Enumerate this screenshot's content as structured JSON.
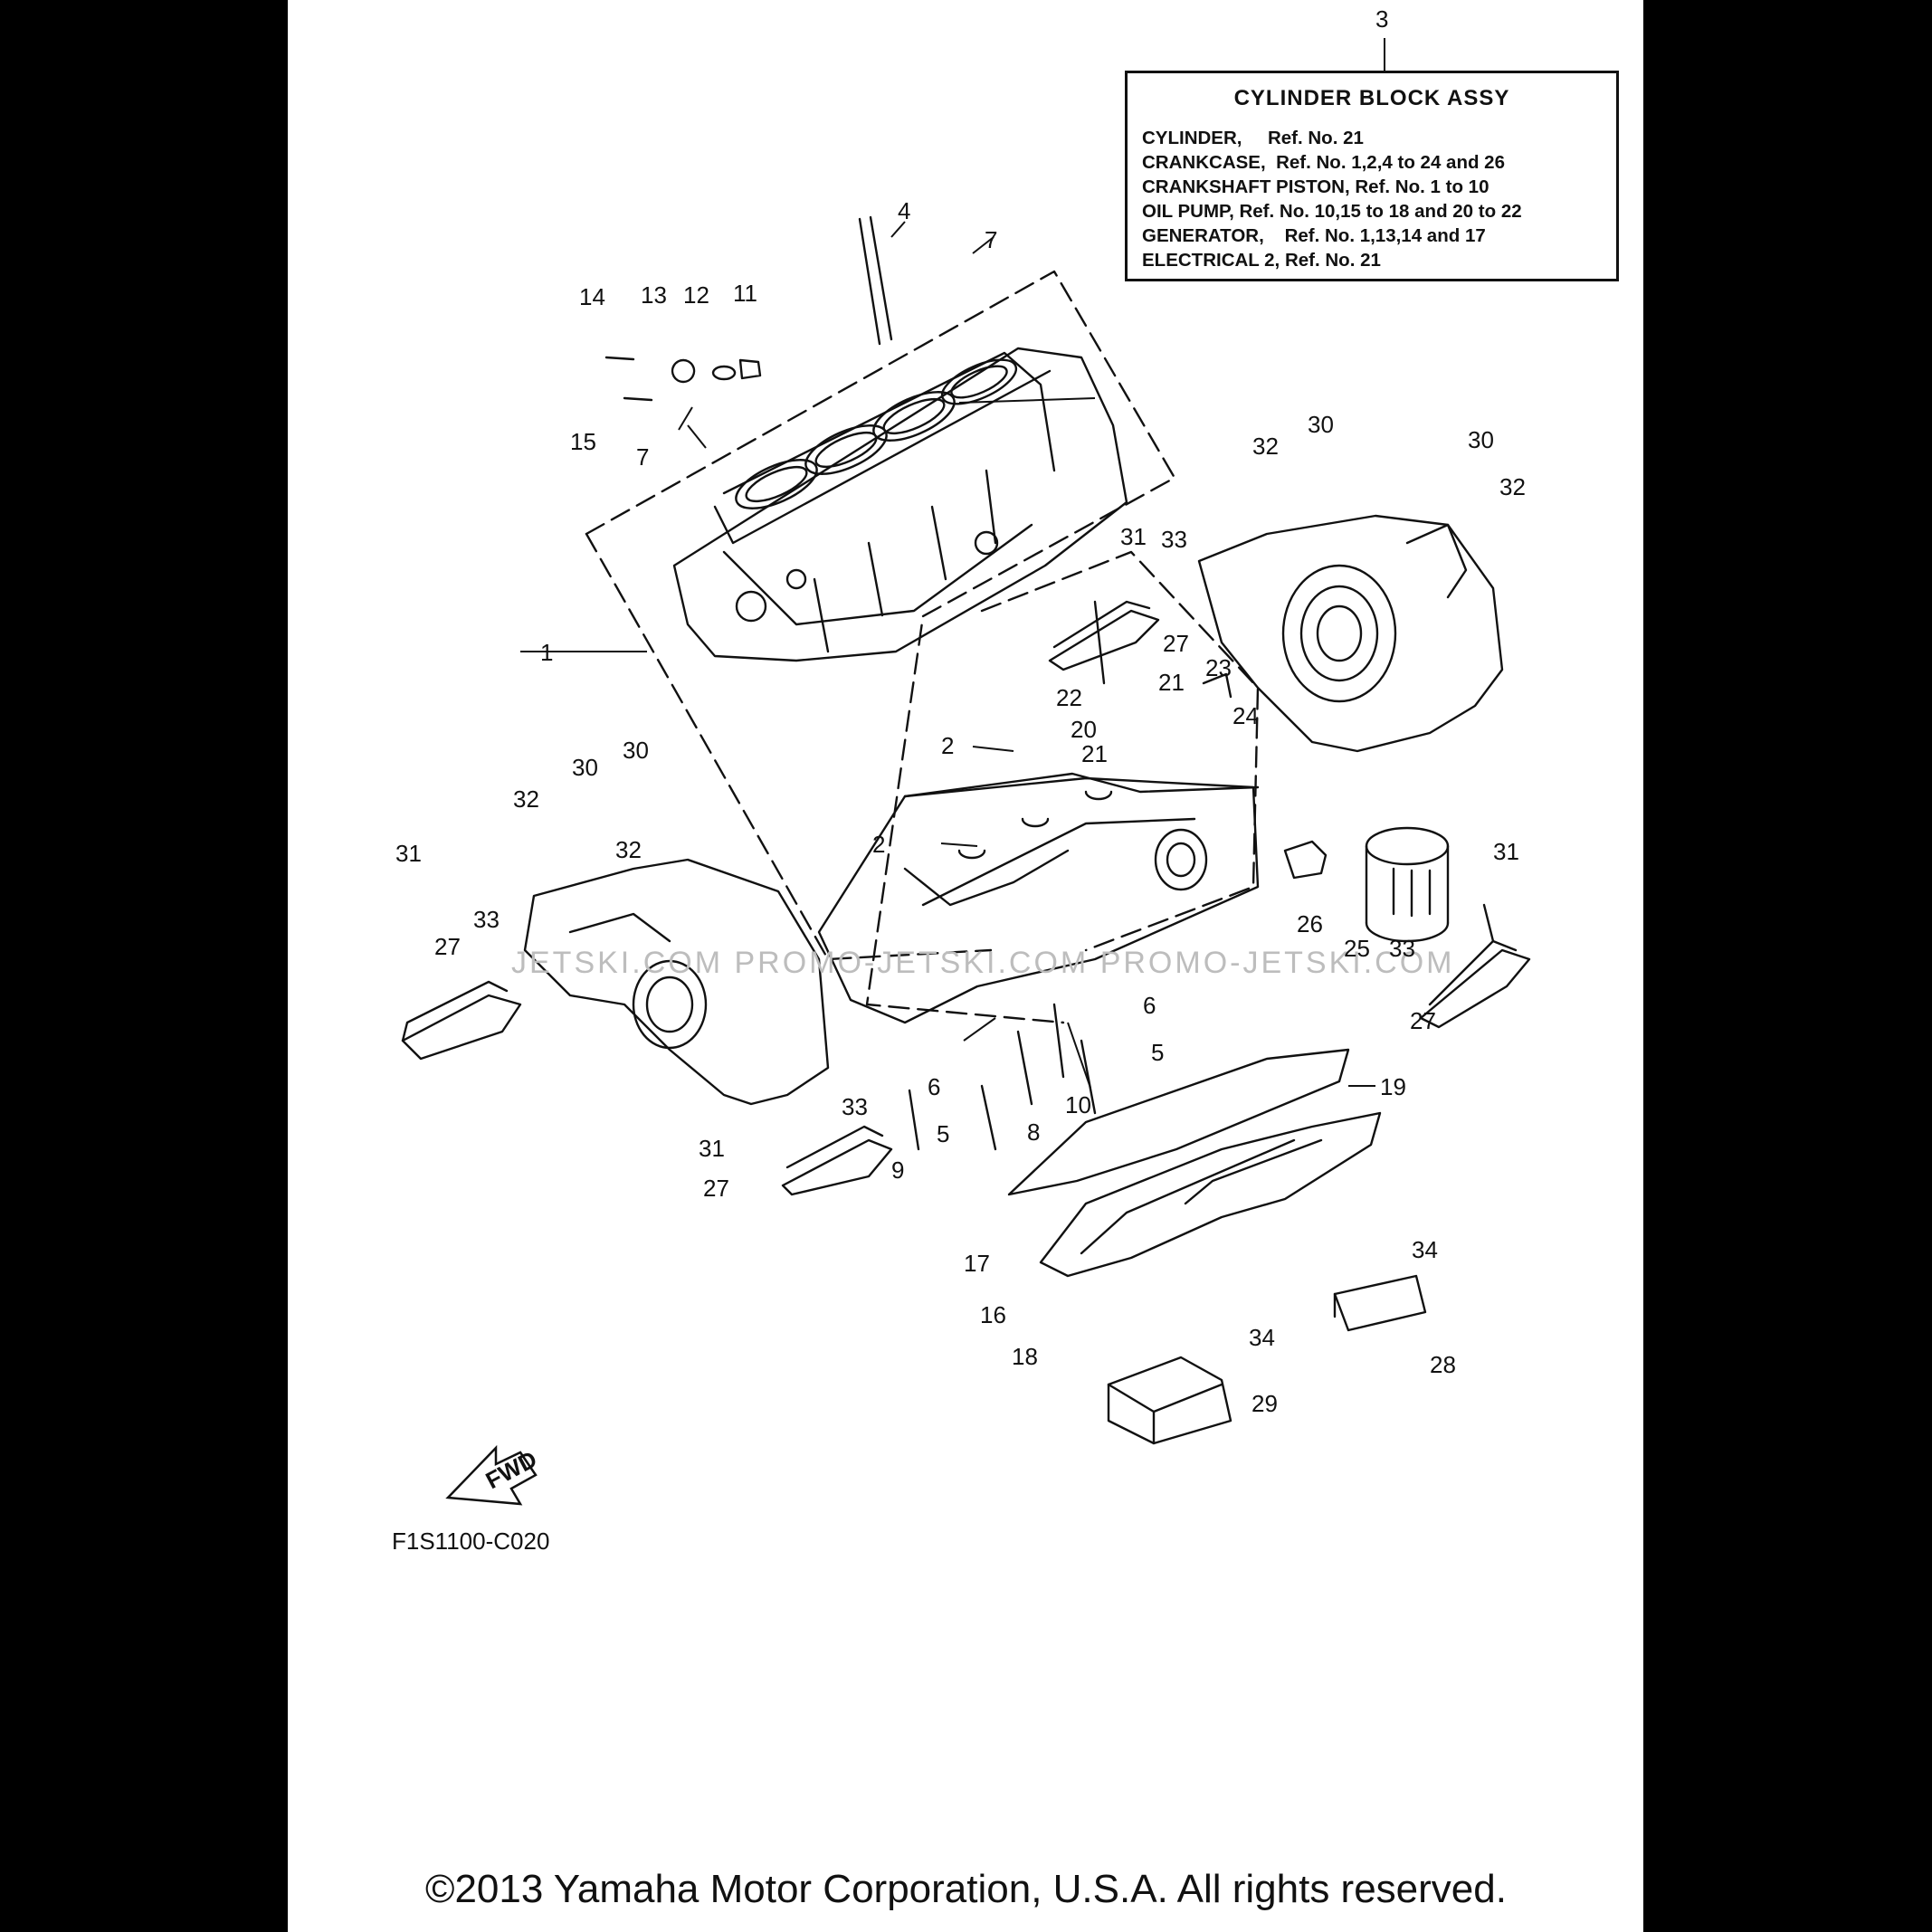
{
  "assy_box": {
    "ref_no": "3",
    "title": "CYLINDER BLOCK ASSY",
    "lines": [
      "CYLINDER,     Ref. No. 21",
      "CRANKCASE,  Ref. No. 1,2,4 to 24 and 26",
      "CRANKSHAFT PISTON, Ref. No. 1 to 10",
      "OIL PUMP, Ref. No. 10,15 to 18 and 20 to 22",
      "GENERATOR,    Ref. No. 1,13,14 and 17",
      "ELECTRICAL 2, Ref. No. 21"
    ]
  },
  "ref_labels": [
    "1",
    "2",
    "2",
    "4",
    "5",
    "5",
    "6",
    "6",
    "7",
    "7",
    "8",
    "9",
    "10",
    "11",
    "12",
    "13",
    "14",
    "15",
    "16",
    "17",
    "18",
    "19",
    "20",
    "21",
    "21",
    "22",
    "23",
    "24",
    "25",
    "26",
    "27",
    "27",
    "27",
    "27",
    "28",
    "29",
    "30",
    "30",
    "30",
    "30",
    "31",
    "31",
    "31",
    "31",
    "32",
    "32",
    "32",
    "32",
    "33",
    "33",
    "33",
    "33",
    "34",
    "34"
  ],
  "fwd_label": "FWD",
  "watermark": "JETSKI.COM   PROMO-JETSKI.COM   PROMO-JETSKI.COM",
  "diagram_code": "F1S1100-C020",
  "copyright": "©2013 Yamaha Motor Corporation, U.S.A. All rights reserved."
}
